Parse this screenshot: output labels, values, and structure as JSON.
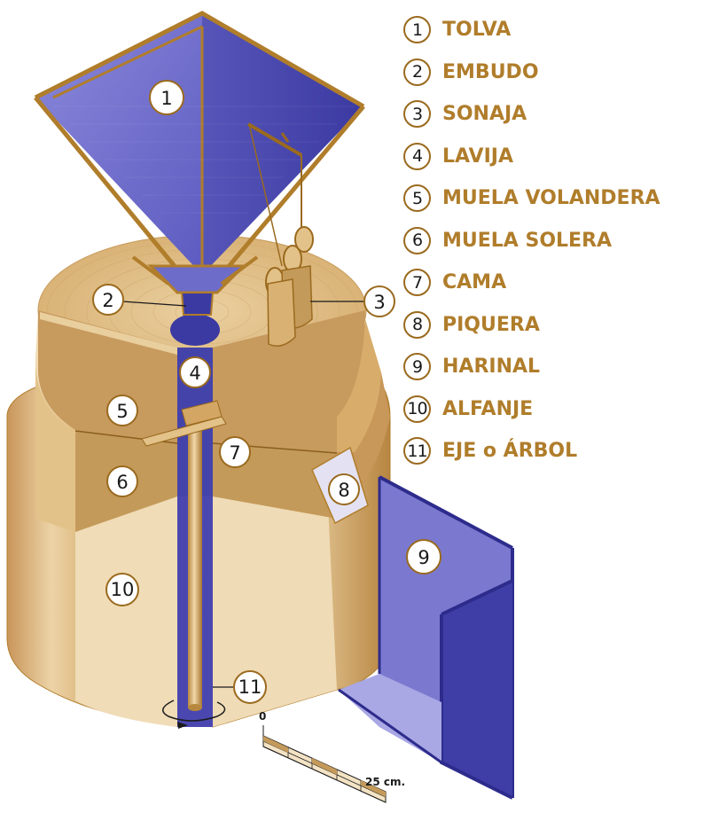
{
  "legend": [
    {
      "num": "1",
      "label": "TOLVA"
    },
    {
      "num": "2",
      "label": "EMBUDO"
    },
    {
      "num": "3",
      "label": "SONAJA"
    },
    {
      "num": "4",
      "label": "LAVIJA"
    },
    {
      "num": "5",
      "label": "MUELA VOLANDERA"
    },
    {
      "num": "6",
      "label": "MUELA SOLERA"
    },
    {
      "num": "7",
      "label": "CAMA"
    },
    {
      "num": "8",
      "label": "PIQUERA"
    },
    {
      "num": "9",
      "label": "HARINAL"
    },
    {
      "num": "10",
      "label": "ALFANJE"
    },
    {
      "num": "11",
      "label": "EJE o ÁRBOL"
    }
  ],
  "callouts": [
    "1",
    "2",
    "3",
    "4",
    "5",
    "6",
    "7",
    "8",
    "9",
    "10",
    "11"
  ],
  "scale": {
    "start": "0",
    "end": "25 cm."
  },
  "colors": {
    "wood_light": "#ecd3a6",
    "wood_mid": "#d9b173",
    "wood_dark": "#b8873e",
    "outline": "#9a6a1e",
    "blue": "#6e6cc9",
    "blue_dark": "#3b3aa2",
    "label": "#b07d2b"
  }
}
